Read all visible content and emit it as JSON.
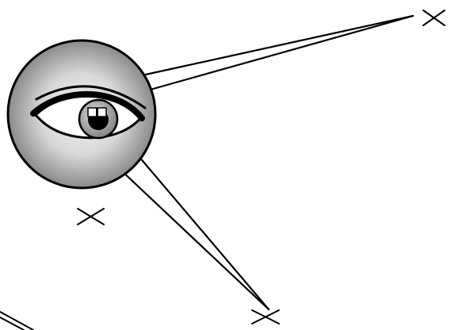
{
  "diagram": {
    "colors": {
      "ink": "#000000",
      "background": "#ffffff",
      "lens_light": "#f2f2f2",
      "lens_dark": "#8a8a8a",
      "iris_light": "#e0e0e0",
      "iris_dark": "#808080"
    },
    "elements": [
      {
        "name": "magnified-eye-lens",
        "icon": "eye-icon"
      },
      {
        "name": "sight-line-to-far-point"
      },
      {
        "name": "sight-line-to-near-point"
      },
      {
        "name": "far-point-cross-marker"
      },
      {
        "name": "near-point-cross-marker"
      },
      {
        "name": "side-point-cross-marker"
      },
      {
        "name": "edge-object-lines"
      }
    ]
  }
}
